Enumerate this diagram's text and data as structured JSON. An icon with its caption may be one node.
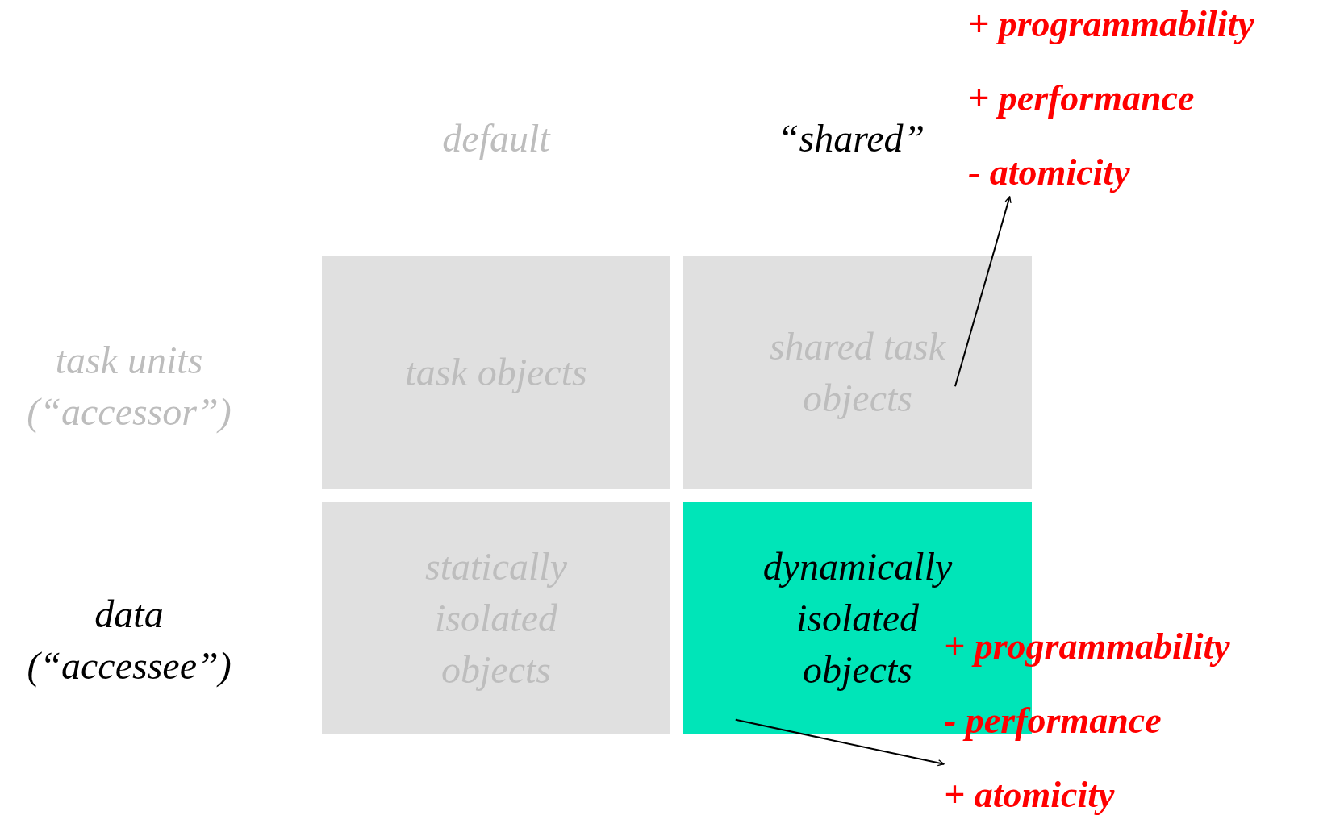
{
  "diagram": {
    "nodes": [
      {
        "text": [
          "task objects"
        ]
      },
      {
        "text": [
          "shared task objects"
        ]
      },
      {
        "text": [
          "statically isolated objects"
        ]
      },
      {
        "text": [
          "dynamically isolated objects"
        ]
      },
      {
        "text": [
          "+ programmability",
          "+ performance",
          "- atomicity"
        ]
      },
      {
        "text": [
          "+ programmability",
          "- performance",
          "+ atomicity"
        ]
      }
    ],
    "edges": [
      {
        "from": 1,
        "to": 4,
        "arrow": "to"
      },
      {
        "from": 3,
        "to": 5,
        "arrow": "to"
      }
    ],
    "labels": [
      "default",
      "“shared”",
      "task units (“accessor”)",
      "data (“accessee”)"
    ]
  }
}
